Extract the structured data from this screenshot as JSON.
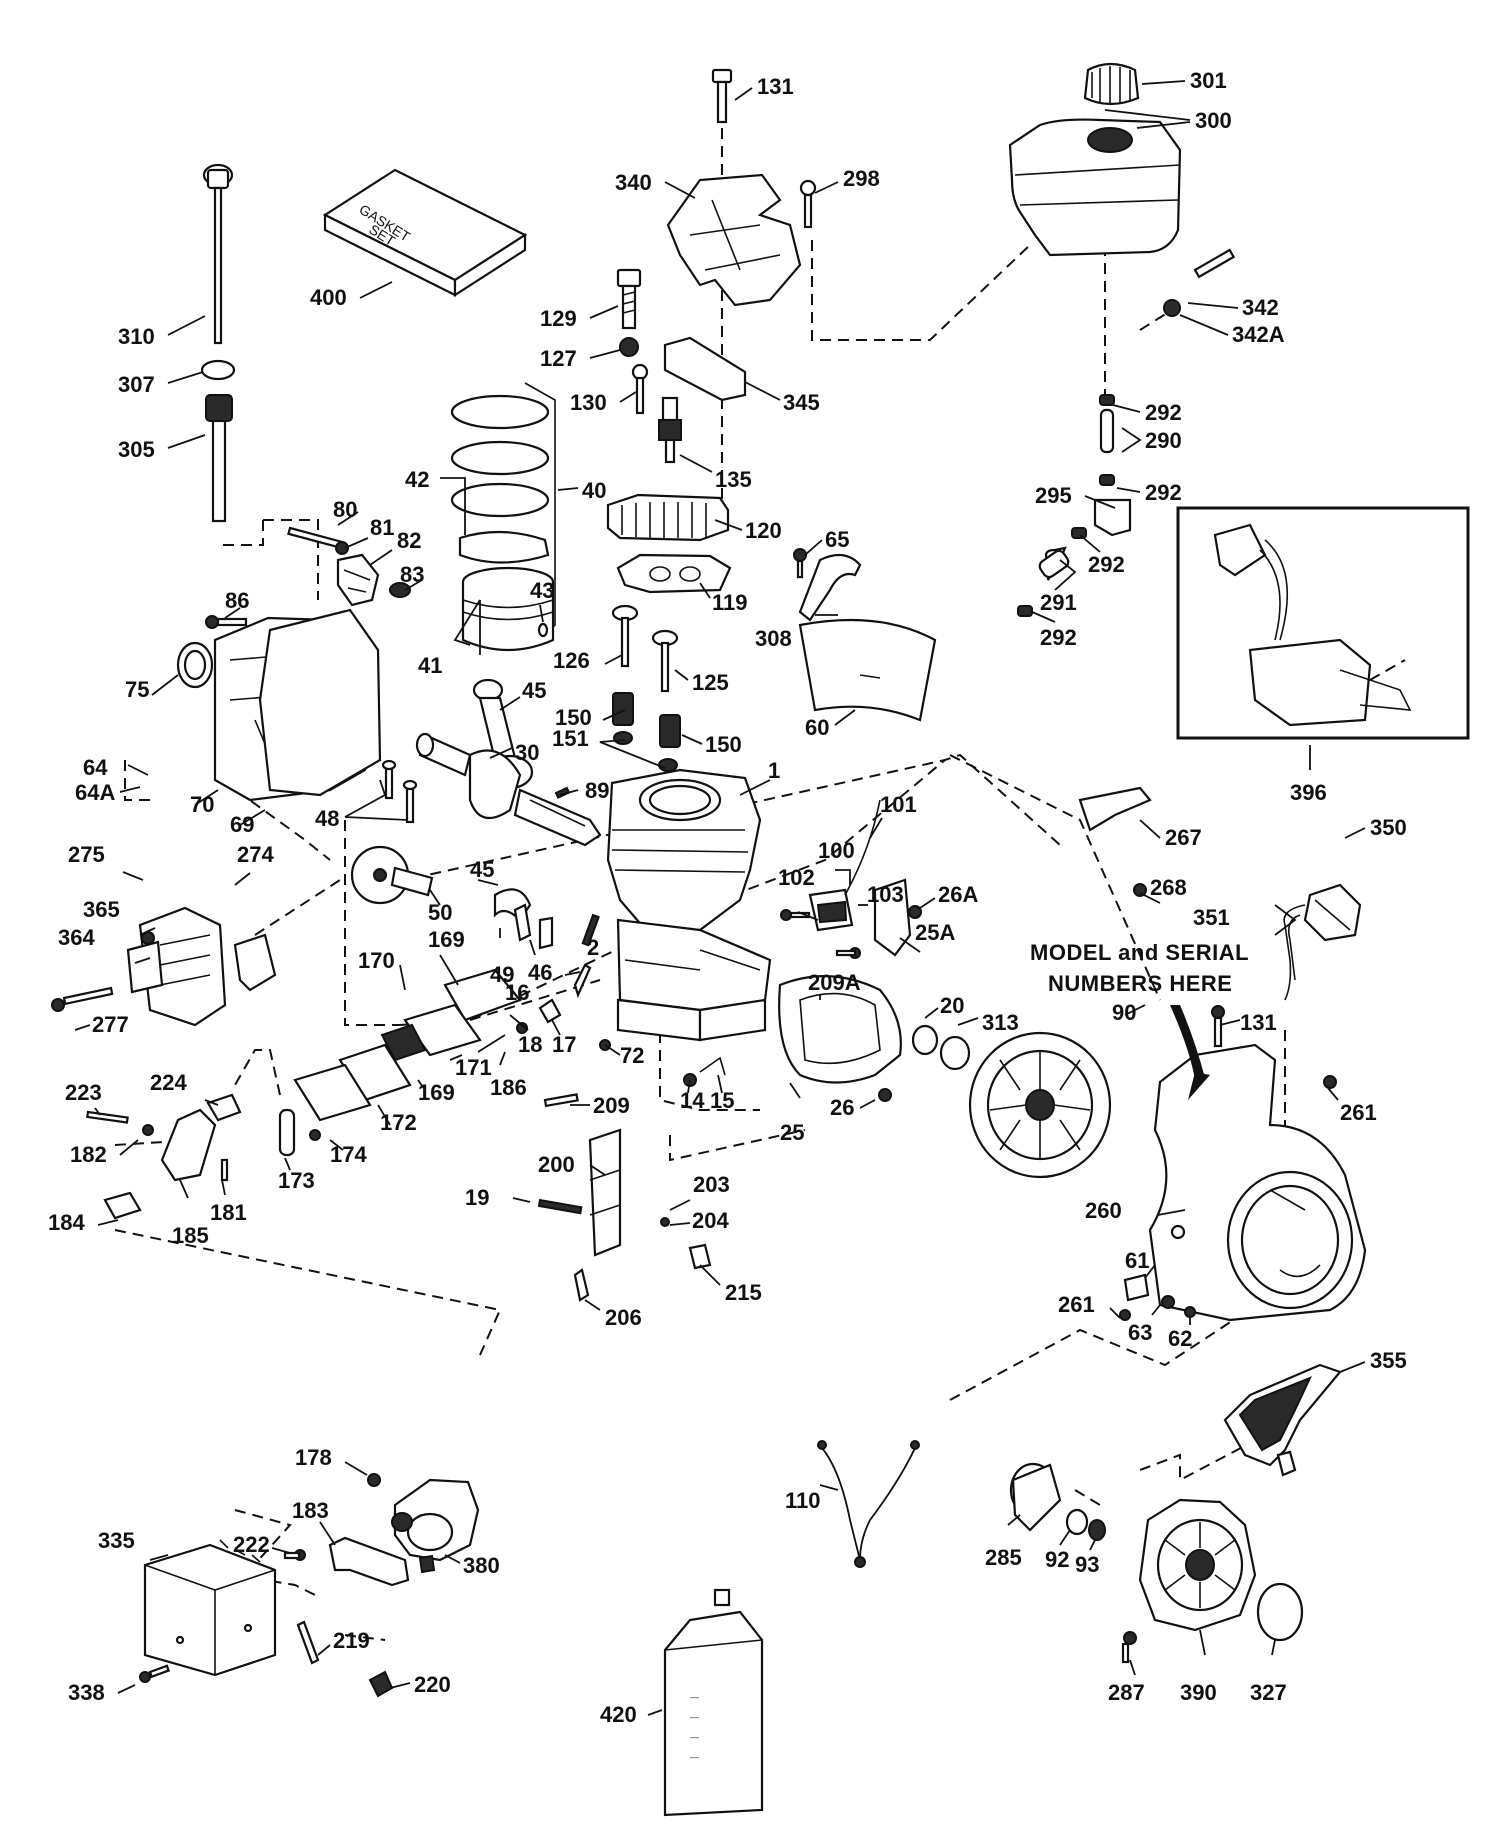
{
  "diagram": {
    "model_serial_note": {
      "line1": "MODEL and SERIAL",
      "line2": "NUMBERS HERE",
      "part": "90"
    },
    "gasket_set": {
      "line1": "GASKET",
      "line2": "SET"
    },
    "oil_bottle_marks": [
      "—",
      "—",
      "—",
      "—"
    ],
    "labels": [
      {
        "id": "131a",
        "text": "131"
      },
      {
        "id": "301",
        "text": "301"
      },
      {
        "id": "300",
        "text": "300"
      },
      {
        "id": "298",
        "text": "298"
      },
      {
        "id": "340",
        "text": "340"
      },
      {
        "id": "400",
        "text": "400"
      },
      {
        "id": "310",
        "text": "310"
      },
      {
        "id": "342",
        "text": "342"
      },
      {
        "id": "342A",
        "text": "342A"
      },
      {
        "id": "129",
        "text": "129"
      },
      {
        "id": "127",
        "text": "127"
      },
      {
        "id": "307",
        "text": "307"
      },
      {
        "id": "345",
        "text": "345"
      },
      {
        "id": "130",
        "text": "130"
      },
      {
        "id": "292a",
        "text": "292"
      },
      {
        "id": "290",
        "text": "290"
      },
      {
        "id": "305",
        "text": "305"
      },
      {
        "id": "135",
        "text": "135"
      },
      {
        "id": "42",
        "text": "42"
      },
      {
        "id": "40",
        "text": "40"
      },
      {
        "id": "295",
        "text": "295"
      },
      {
        "id": "292b",
        "text": "292"
      },
      {
        "id": "80",
        "text": "80"
      },
      {
        "id": "81",
        "text": "81"
      },
      {
        "id": "120",
        "text": "120"
      },
      {
        "id": "65",
        "text": "65"
      },
      {
        "id": "82",
        "text": "82"
      },
      {
        "id": "292c",
        "text": "292"
      },
      {
        "id": "83",
        "text": "83"
      },
      {
        "id": "43",
        "text": "43"
      },
      {
        "id": "119",
        "text": "119"
      },
      {
        "id": "291",
        "text": "291"
      },
      {
        "id": "86",
        "text": "86"
      },
      {
        "id": "308",
        "text": "308"
      },
      {
        "id": "41",
        "text": "41"
      },
      {
        "id": "292d",
        "text": "292"
      },
      {
        "id": "126",
        "text": "126"
      },
      {
        "id": "75",
        "text": "75"
      },
      {
        "id": "125",
        "text": "125"
      },
      {
        "id": "45a",
        "text": "45"
      },
      {
        "id": "150a",
        "text": "150"
      },
      {
        "id": "60",
        "text": "60"
      },
      {
        "id": "151",
        "text": "151"
      },
      {
        "id": "150b",
        "text": "150"
      },
      {
        "id": "30",
        "text": "30"
      },
      {
        "id": "64",
        "text": "64"
      },
      {
        "id": "64A",
        "text": "64A"
      },
      {
        "id": "1",
        "text": "1"
      },
      {
        "id": "396",
        "text": "396"
      },
      {
        "id": "70",
        "text": "70"
      },
      {
        "id": "89",
        "text": "89"
      },
      {
        "id": "69",
        "text": "69"
      },
      {
        "id": "48",
        "text": "48"
      },
      {
        "id": "101",
        "text": "101"
      },
      {
        "id": "267",
        "text": "267"
      },
      {
        "id": "350",
        "text": "350"
      },
      {
        "id": "275",
        "text": "275"
      },
      {
        "id": "274",
        "text": "274"
      },
      {
        "id": "100",
        "text": "100"
      },
      {
        "id": "45b",
        "text": "45"
      },
      {
        "id": "268",
        "text": "268"
      },
      {
        "id": "102",
        "text": "102"
      },
      {
        "id": "103",
        "text": "103"
      },
      {
        "id": "26A",
        "text": "26A"
      },
      {
        "id": "365",
        "text": "365"
      },
      {
        "id": "351",
        "text": "351"
      },
      {
        "id": "50",
        "text": "50"
      },
      {
        "id": "364",
        "text": "364"
      },
      {
        "id": "25A",
        "text": "25A"
      },
      {
        "id": "169a",
        "text": "169"
      },
      {
        "id": "49",
        "text": "49"
      },
      {
        "id": "46",
        "text": "46"
      },
      {
        "id": "2",
        "text": "2"
      },
      {
        "id": "170",
        "text": "170"
      },
      {
        "id": "16",
        "text": "16"
      },
      {
        "id": "209A",
        "text": "209A"
      },
      {
        "id": "20",
        "text": "20"
      },
      {
        "id": "313",
        "text": "313"
      },
      {
        "id": "277",
        "text": "277"
      },
      {
        "id": "131b",
        "text": "131"
      },
      {
        "id": "18",
        "text": "18"
      },
      {
        "id": "17",
        "text": "17"
      },
      {
        "id": "72",
        "text": "72"
      },
      {
        "id": "171",
        "text": "171"
      },
      {
        "id": "224",
        "text": "224"
      },
      {
        "id": "223",
        "text": "223"
      },
      {
        "id": "186",
        "text": "186"
      },
      {
        "id": "169b",
        "text": "169"
      },
      {
        "id": "14",
        "text": "14"
      },
      {
        "id": "15",
        "text": "15"
      },
      {
        "id": "26",
        "text": "26"
      },
      {
        "id": "209",
        "text": "209"
      },
      {
        "id": "261a",
        "text": "261"
      },
      {
        "id": "182",
        "text": "182"
      },
      {
        "id": "172",
        "text": "172"
      },
      {
        "id": "25",
        "text": "25"
      },
      {
        "id": "174",
        "text": "174"
      },
      {
        "id": "173",
        "text": "173"
      },
      {
        "id": "200",
        "text": "200"
      },
      {
        "id": "203",
        "text": "203"
      },
      {
        "id": "19",
        "text": "19"
      },
      {
        "id": "260",
        "text": "260"
      },
      {
        "id": "181",
        "text": "181"
      },
      {
        "id": "204",
        "text": "204"
      },
      {
        "id": "184",
        "text": "184"
      },
      {
        "id": "185",
        "text": "185"
      },
      {
        "id": "61",
        "text": "61"
      },
      {
        "id": "215",
        "text": "215"
      },
      {
        "id": "261b",
        "text": "261"
      },
      {
        "id": "206",
        "text": "206"
      },
      {
        "id": "63",
        "text": "63"
      },
      {
        "id": "62",
        "text": "62"
      },
      {
        "id": "355",
        "text": "355"
      },
      {
        "id": "178",
        "text": "178"
      },
      {
        "id": "110",
        "text": "110"
      },
      {
        "id": "183",
        "text": "183"
      },
      {
        "id": "335",
        "text": "335"
      },
      {
        "id": "222",
        "text": "222"
      },
      {
        "id": "285",
        "text": "285"
      },
      {
        "id": "92",
        "text": "92"
      },
      {
        "id": "380",
        "text": "380"
      },
      {
        "id": "93",
        "text": "93"
      },
      {
        "id": "219",
        "text": "219"
      },
      {
        "id": "287",
        "text": "287"
      },
      {
        "id": "390",
        "text": "390"
      },
      {
        "id": "327",
        "text": "327"
      },
      {
        "id": "338",
        "text": "338"
      },
      {
        "id": "220",
        "text": "220"
      },
      {
        "id": "420",
        "text": "420"
      }
    ]
  }
}
